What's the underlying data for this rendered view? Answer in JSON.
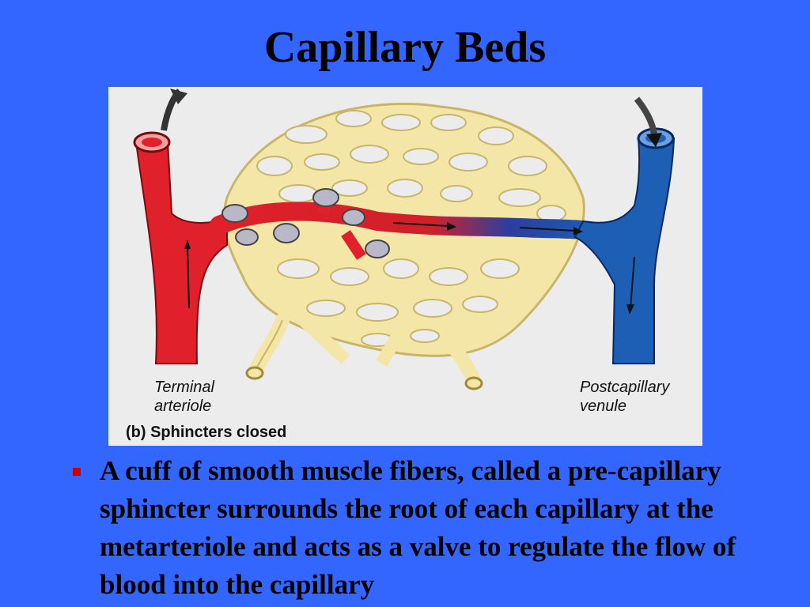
{
  "slide": {
    "title": "Capillary Beds",
    "bullet_text": "A cuff of smooth muscle fibers, called a pre-capillary sphincter surrounds the root of each capillary at the metarteriole and acts as a valve to regulate the flow of blood into the capillary"
  },
  "figure": {
    "label_arteriole_line1": "Terminal",
    "label_arteriole_line2": "arteriole",
    "label_venule_line1": "Postcapillary",
    "label_venule_line2": "venule",
    "caption": "(b) Sphincters closed"
  },
  "colors": {
    "background": "#3366ff",
    "arteriole": "#e0202a",
    "venule": "#1d5fb4",
    "capillary": "#f4e6a6",
    "bullet": "#cc0000"
  }
}
